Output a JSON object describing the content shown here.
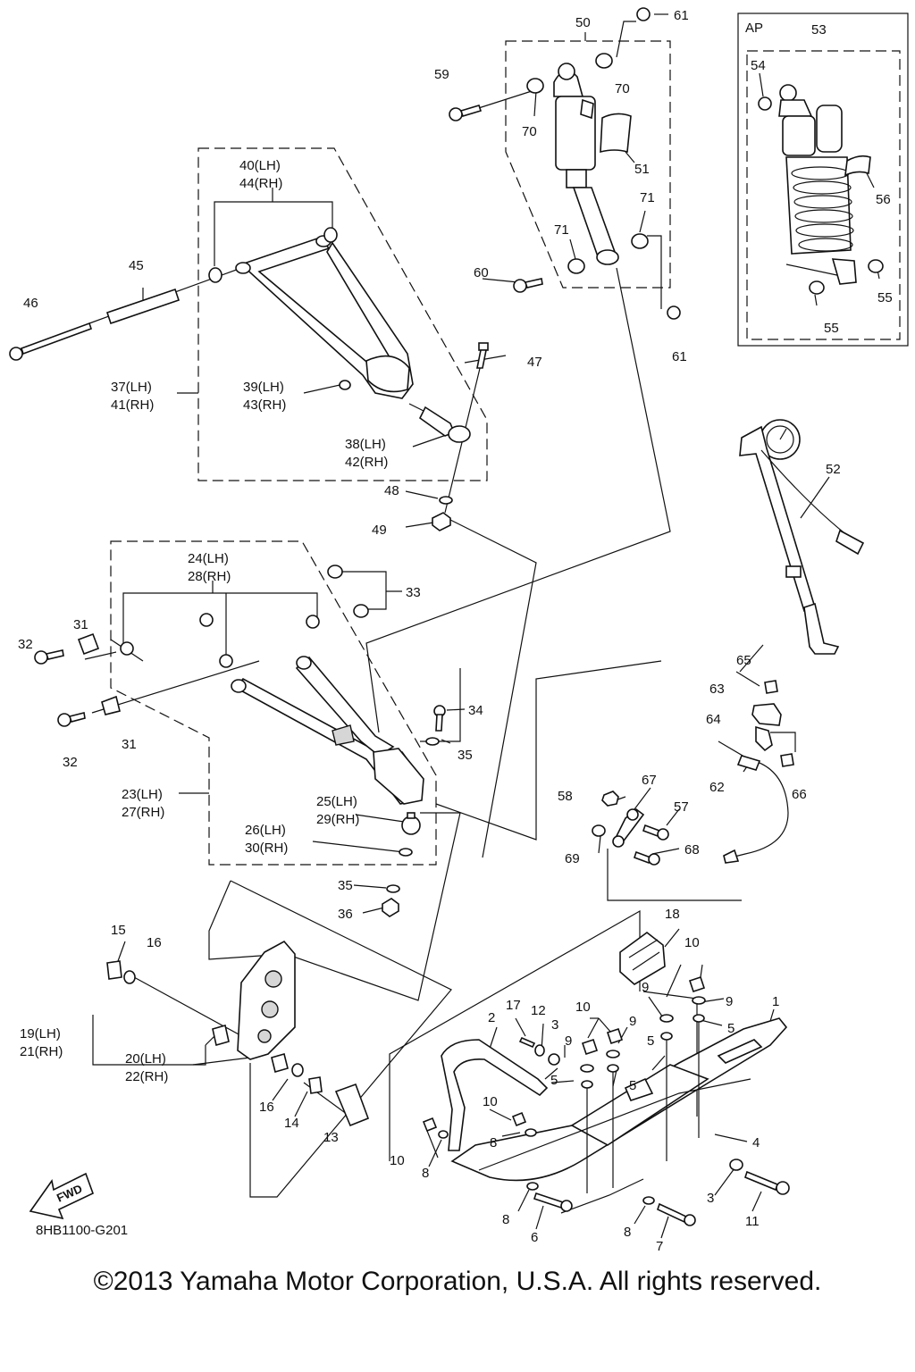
{
  "figure_code": "8HB1100-G201",
  "copyright": "©2013 Yamaha Motor Corporation, U.S.A. All rights reserved.",
  "ap_box_label": "AP",
  "fwd_label": "FWD",
  "callouts": {
    "c1": "1",
    "c2": "2",
    "c3a": "3",
    "c3b": "3",
    "c4": "4",
    "c5a": "5",
    "c5b": "5",
    "c5c": "5",
    "c5d": "5",
    "c6": "6",
    "c7": "7",
    "c8a": "8",
    "c8b": "8",
    "c8c": "8",
    "c8d": "8",
    "c9a": "9",
    "c9b": "9",
    "c9c": "9",
    "c9d": "9",
    "c10a": "10",
    "c10b": "10",
    "c10c": "10",
    "c10d": "10",
    "c11": "11",
    "c12": "12",
    "c13": "13",
    "c14": "14",
    "c15": "15",
    "c16a": "16",
    "c16b": "16",
    "c17": "17",
    "c18": "18",
    "c19": "19(LH)",
    "c21": "21(RH)",
    "c20": "20(LH)",
    "c22": "22(RH)",
    "c23": "23(LH)",
    "c27": "27(RH)",
    "c24": "24(LH)",
    "c28": "28(RH)",
    "c25": "25(LH)",
    "c29": "29(RH)",
    "c26": "26(LH)",
    "c30": "30(RH)",
    "c31a": "31",
    "c31b": "31",
    "c32a": "32",
    "c32b": "32",
    "c33": "33",
    "c34": "34",
    "c35a": "35",
    "c35b": "35",
    "c36": "36",
    "c37": "37(LH)",
    "c41": "41(RH)",
    "c38": "38(LH)",
    "c42": "42(RH)",
    "c39": "39(LH)",
    "c43": "43(RH)",
    "c40": "40(LH)",
    "c44": "44(RH)",
    "c45": "45",
    "c46": "46",
    "c47": "47",
    "c48": "48",
    "c49": "49",
    "c50": "50",
    "c51": "51",
    "c52": "52",
    "c53": "53",
    "c54": "54",
    "c55a": "55",
    "c55b": "55",
    "c56": "56",
    "c57": "57",
    "c58": "58",
    "c59": "59",
    "c60": "60",
    "c61a": "61",
    "c61b": "61",
    "c62": "62",
    "c63": "63",
    "c64": "64",
    "c65": "65",
    "c66": "66",
    "c67": "67",
    "c68": "68",
    "c69": "69",
    "c70a": "70",
    "c70b": "70",
    "c71a": "71",
    "c71b": "71"
  }
}
